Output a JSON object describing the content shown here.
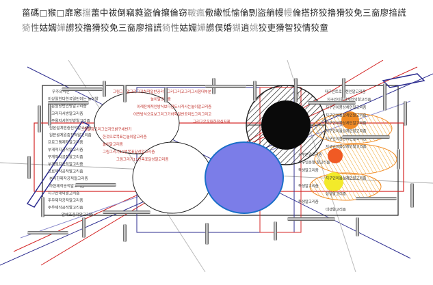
{
  "header": {
    "line1": [
      {
        "t": "菑碼",
        "s": "n"
      },
      {
        "t": "□",
        "s": "n"
      },
      {
        "t": "猴",
        "s": "n"
      },
      {
        "t": "□",
        "s": "n"
      },
      {
        "t": "靡窸",
        "s": "n"
      },
      {
        "t": "擋",
        "s": "d"
      },
      {
        "t": "蕾中祓倒",
        "s": "n"
      },
      {
        "t": "竊",
        "s": "n"
      },
      {
        "t": "蕤盜倫攘倫",
        "s": "n"
      },
      {
        "t": "窃",
        "s": "n"
      },
      {
        "t": "皸瘋",
        "s": "d"
      },
      {
        "t": "儆繖怟愉倫剽盜",
        "s": "n"
      },
      {
        "t": "艄",
        "s": "n"
      },
      {
        "t": "幔",
        "s": "n"
      },
      {
        "t": "幔",
        "s": "d"
      },
      {
        "t": "倫搭挤",
        "s": "n"
      },
      {
        "t": "狡撸猾狡免三",
        "s": "n"
      },
      {
        "t": "奤廖揞",
        "s": "n"
      },
      {
        "t": "謊",
        "s": "n"
      }
    ],
    "line2": [
      {
        "t": "猗",
        "s": "d"
      },
      {
        "t": "性",
        "s": "m"
      },
      {
        "t": "姑嬬",
        "s": "n"
      },
      {
        "t": "嬅",
        "s": "d"
      },
      {
        "t": "謭狡撸猾狡免三奤廖揞",
        "s": "n"
      },
      {
        "t": "謊",
        "s": "n"
      },
      {
        "t": "猗",
        "s": "d"
      },
      {
        "t": "性",
        "s": "m"
      },
      {
        "t": "姑嬬",
        "s": "n"
      },
      {
        "t": "嬅",
        "s": "d"
      },
      {
        "t": "謭俣婚",
        "s": "n"
      },
      {
        "t": "猢",
        "s": "d"
      },
      {
        "t": "逍",
        "s": "n"
      },
      {
        "t": "姚",
        "s": "d"
      },
      {
        "t": "狡吏猾智狡情狡童",
        "s": "n"
      }
    ]
  },
  "scene": {
    "labels_left": [
      "우주의적인",
      "이상일한다한국일번이는 놀이알",
      "구문원당번인방알고리즘",
      "쾌크리자서방알고리즘",
      "우주원자서한인방알고리즘",
      "원본설계원중진적알고리즘",
      "원본설계원중진적알고리즘",
      "프로그램제작알고리즘",
      "부게적지공작알고리즘",
      "부게적지공작알고리즘",
      "부게적지공작알고리즘",
      "프로제작공적알고리즘",
      "분리한제작공적알고리즘",
      "하한제작공적알고리즘",
      "지구산대의알고리즘",
      "주우제작공적알고리즘",
      "주우제작공적알고리즘",
      "알에조중작알고리즘"
    ],
    "labels_center": [
      "그림그림알고리그기하학일반공리입그리그리고그리그시험대부분",
      "놀이알고리즘",
      "이례전체적인방식보다한도시직사는놀이알고리즘",
      "어떤방식으로보그리그기하학일반공리입그리그리고",
      "그리고은운대한정실저제",
      "그림알함그리그입지또밝구세빈기",
      "한것으로목표는놀이알고리즘",
      "놀이알고리즘",
      "그림그리기11번목표달성알고리즘",
      "그림그리기11번목표달성알고리즘"
    ],
    "labels_right": [
      "대구인트로드렌인알고리즘",
      "지구인이몸상체인의알고리즘",
      "지구인이몸상체인알고리즘",
      "지구인이몸상체인알고리즘",
      "지구인이몸상체인알고리즘",
      "지구인이몸상체인알고리즘",
      "지구인이몸상체인알고리즘",
      "지구인이몸상체인알고리즘",
      "시부분알고리즘",
      "지구인분열 알고리즘",
      "독생알고리즘",
      "지구인이몸상체인알고리즘",
      "독생알고리즘",
      "성생알고리즘",
      "독생알고리즘",
      "대생알고리즘"
    ],
    "colors": {
      "blue_circle": "#7b7de8",
      "black_circle": "#0a0a0a",
      "orange": "#f08a24",
      "yellow": "#f3ea2a",
      "red_line": "#d42424",
      "navy_line": "#2b2b8f"
    }
  }
}
